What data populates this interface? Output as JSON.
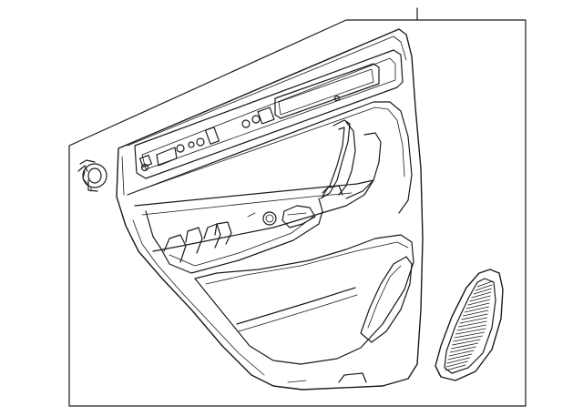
{
  "diagram": {
    "parts": [
      {
        "id": "door-trim-panel",
        "callout": ""
      },
      {
        "id": "trim-clip",
        "callout": ""
      },
      {
        "id": "speaker-grille",
        "callout": ""
      }
    ],
    "colors": {
      "line": "#1a1a1a",
      "background": "#ffffff"
    }
  }
}
